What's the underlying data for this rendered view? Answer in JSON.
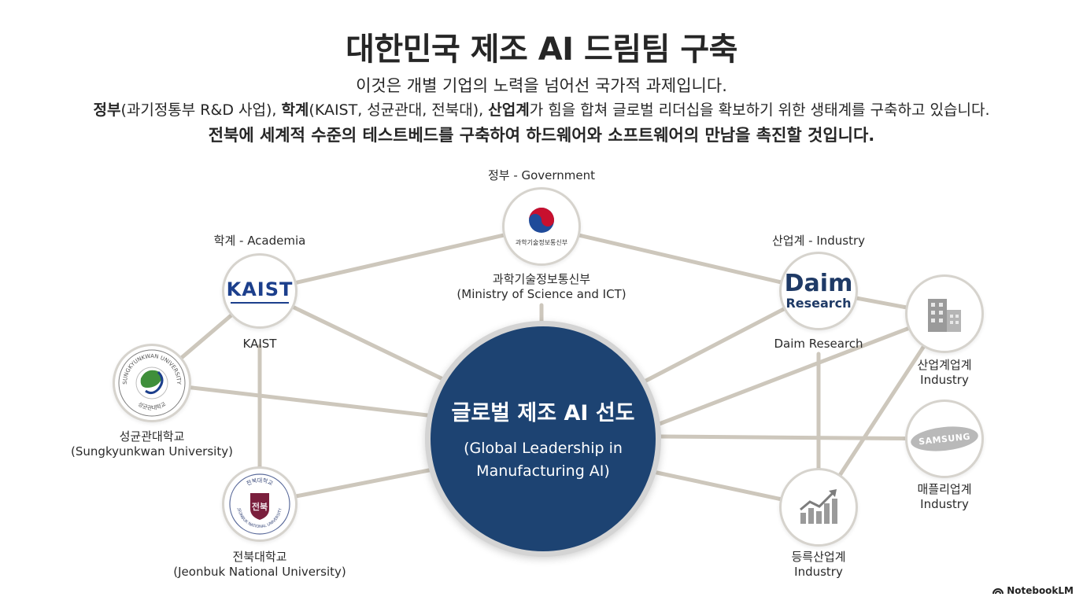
{
  "title": "대한민국 제조 AI 드림팀 구축",
  "subtitle": {
    "line1": "이것은 개별 기업의 노력을 넘어선 국가적 과제입니다.",
    "line2_b1": "정부",
    "line2_t1": "(과기정통부 R&D 사업), ",
    "line2_b2": "학계",
    "line2_t2": "(KAIST, 성균관대, 전북대), ",
    "line2_b3": "산업계",
    "line2_t3": "가 힘을 합쳐 글로벌 리더십을 확보하기 위한 생태계를 구축하고 있습니다.",
    "line3": "전북에 세계적 수준의 테스트베드를 구축하여 하드웨어와 소프트웨어의 만남을 촉진할 것입니다."
  },
  "center": {
    "label_ko": "글로벌 제조 AI 선도",
    "label_en_1": "(Global Leadership in",
    "label_en_2": "Manufacturing AI)"
  },
  "categories": {
    "government": "정부 - Government",
    "academia": "학계 - Academia",
    "industry": "산업계 - Industry"
  },
  "nodes": {
    "msit": {
      "logo_text": "과학기술정보통신부",
      "label_1": "과학기술정보통신부",
      "label_2": "(Ministry of Science and ICT)"
    },
    "kaist": {
      "logo_text": "KAIST",
      "label_1": "KAIST"
    },
    "skku": {
      "logo_text_top": "SUNGKYUNKWAN UNIVERSITY",
      "logo_text_bottom": "성균관대학교",
      "label_1": "성균관대학교",
      "label_2": "(Sungkyunkwan University)"
    },
    "jbnu": {
      "logo_text_top": "전북대학교",
      "logo_text_bottom": "JEONBUK NATIONAL UNIVERSITY",
      "logo_text": "전북",
      "label_1": "전북대학교",
      "label_2": "(Jeonbuk National University)"
    },
    "daim": {
      "logo_text_1": "Daim",
      "logo_text_2": "Research",
      "label_1": "Daim Research"
    },
    "industry1": {
      "label_1": "산업계업계",
      "label_2": "Industry"
    },
    "samsung": {
      "logo_text": "SAMSUNG",
      "label_1": "매플리업계",
      "label_2": "Industry"
    },
    "industry3": {
      "label_1": "등륵산업계",
      "label_2": "Industry"
    }
  },
  "colors": {
    "center_fill": "#1d4372",
    "node_border": "#d6d3cd",
    "link": "#cdc7bc",
    "kaist_blue": "#1c3f8c",
    "daim_navy": "#1f3a66",
    "skku_green": "#3f8f3a",
    "jbnu_maroon": "#7a1f3d"
  },
  "footer": {
    "brand": "NotebookLM"
  }
}
